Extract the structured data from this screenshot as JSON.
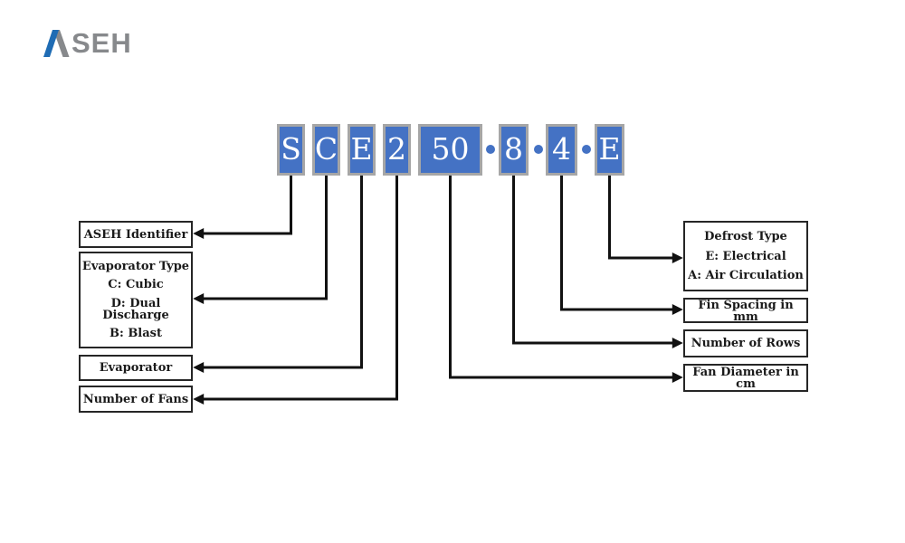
{
  "page": {
    "background": "#ffffff"
  },
  "logo": {
    "text": "ASEH",
    "rest": "SEH",
    "accent_color": "#1f6cb4",
    "gray_color": "#87898c"
  },
  "model_code": {
    "full_code": "SCE2 50·8·4·E",
    "segments": [
      {
        "text": "S"
      },
      {
        "text": "C"
      },
      {
        "text": "E"
      },
      {
        "text": "2"
      },
      {
        "text": "50"
      },
      {
        "text": "8"
      },
      {
        "text": "4"
      },
      {
        "text": "E"
      }
    ],
    "separator": "·",
    "box_fill": "#4472c4",
    "box_border": "#a6a6a6",
    "text_color": "#ffffff"
  },
  "connector_color": "#111111",
  "left_labels": [
    {
      "lines": [
        "ASEH Identifier"
      ]
    },
    {
      "lines": [
        "Evaporator Type",
        "C: Cubic",
        "D: Dual Discharge",
        "B: Blast"
      ]
    },
    {
      "lines": [
        "Evaporator"
      ]
    },
    {
      "lines": [
        "Number of Fans"
      ]
    }
  ],
  "right_labels": [
    {
      "lines": [
        "Defrost Type",
        "E: Electrical",
        "A: Air Circulation"
      ]
    },
    {
      "lines": [
        "Fin Spacing in mm"
      ]
    },
    {
      "lines": [
        "Number of Rows"
      ]
    },
    {
      "lines": [
        "Fan Diameter in cm"
      ]
    }
  ]
}
